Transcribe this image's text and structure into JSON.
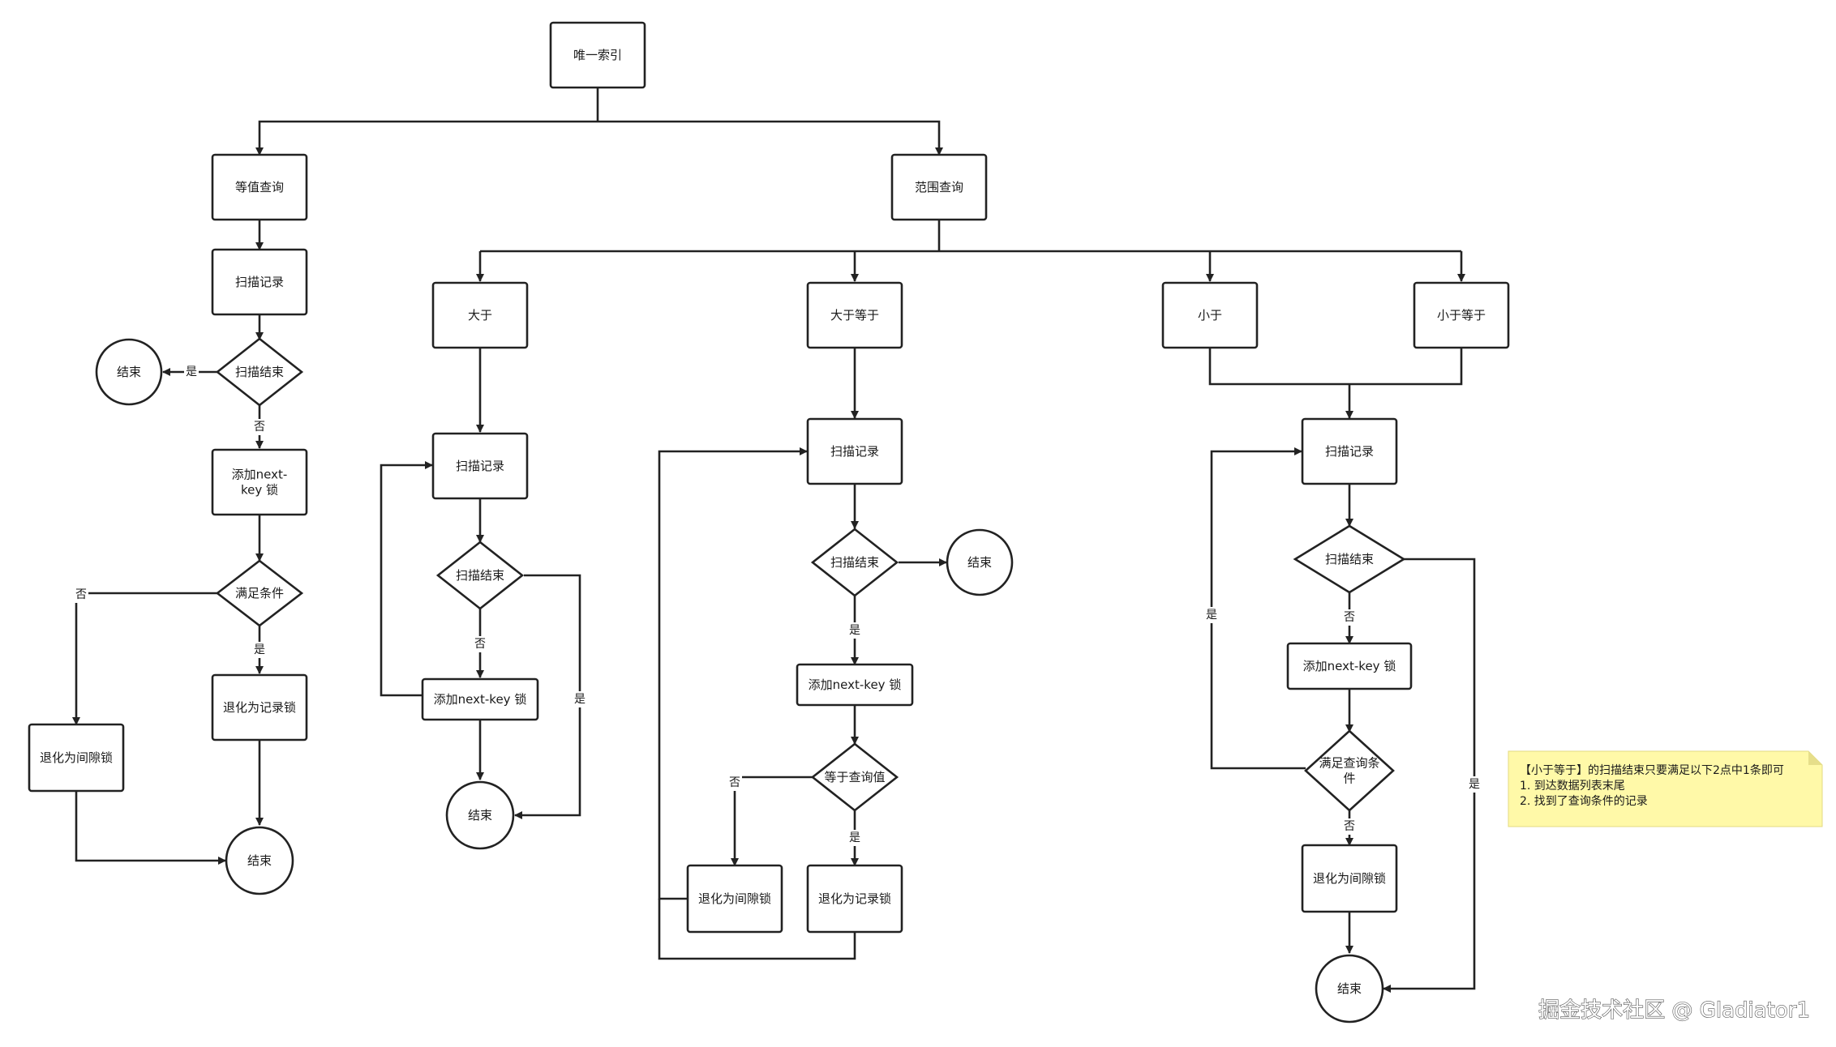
{
  "diagram": {
    "nodes": {
      "unique_index": "唯一索引",
      "equal_query": "等值查询",
      "range_query": "范围查询",
      "eq_scan": "扫描记录",
      "eq_scan_end": "扫描结束",
      "eq_end_top": "结束",
      "eq_add_lock": "添加next-key 锁",
      "eq_match": "满足条件",
      "eq_record_lock": "退化为记录锁",
      "eq_gap_lock": "退化为间隙锁",
      "eq_end_bottom": "结束",
      "gt": "大于",
      "gte": "大于等于",
      "lt": "小于",
      "lte": "小于等于",
      "gt_scan": "扫描记录",
      "gt_scan_end": "扫描结束",
      "gt_add_lock": "添加next-key 锁",
      "gt_end": "结束",
      "gte_scan": "扫描记录",
      "gte_scan_end": "扫描结束",
      "gte_end": "结束",
      "gte_add_lock": "添加next-key 锁",
      "gte_equal": "等于查询值",
      "gte_gap_lock": "退化为间隙锁",
      "gte_record_lock": "退化为记录锁",
      "lt_scan": "扫描记录",
      "lt_scan_end": "扫描结束",
      "lt_add_lock": "添加next-key 锁",
      "lt_match": "满足查询条件",
      "lt_gap_lock": "退化为间隙锁",
      "lt_end": "结束"
    },
    "edge_labels": {
      "eq_end_yes": "是",
      "eq_end_no": "否",
      "eq_match_no": "否",
      "eq_match_yes": "是",
      "gt_end_no": "否",
      "gt_end_yes": "是",
      "gte_end_yes": "是",
      "gte_equal_no": "否",
      "gte_equal_yes": "是",
      "lt_end_no": "否",
      "lt_loop_yes": "是",
      "lt_match_no": "否",
      "lt_end_yes": "是"
    },
    "note": {
      "lines": [
        "【小于等于】的扫描结束只要满足以下2点中1条即可",
        "1. 到达数据列表末尾",
        "2. 找到了查询条件的记录"
      ]
    },
    "watermark": "掘金技术社区 @ Gladiator1",
    "colors": {
      "stroke": "#222222",
      "node_fill": "#ffffff",
      "note_fill": "#fff9a8",
      "note_fold": "#e6de8a"
    }
  }
}
